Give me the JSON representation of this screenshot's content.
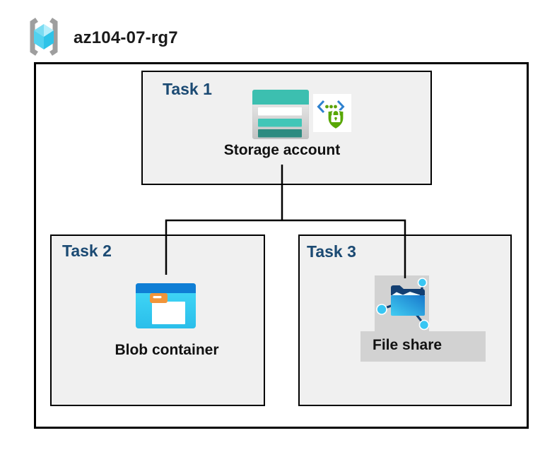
{
  "header": {
    "resource_group_name": "az104-07-rg7"
  },
  "tasks": [
    {
      "label": "Task 1",
      "resource": "Storage account",
      "icons": [
        "storage-account-icon",
        "code-shield-lock-icon"
      ]
    },
    {
      "label": "Task 2",
      "resource": "Blob container",
      "icons": [
        "blob-container-icon"
      ]
    },
    {
      "label": "Task 3",
      "resource": "File share",
      "icons": [
        "file-share-icon"
      ],
      "highlighted": true
    }
  ],
  "connections": [
    {
      "from": "Storage account",
      "to": "Blob container"
    },
    {
      "from": "Storage account",
      "to": "File share"
    }
  ],
  "icons": {
    "resource_group": "resource-group-icon",
    "storage_account": "storage-account-icon",
    "secure_access": "code-shield-lock-icon",
    "blob_container": "blob-container-icon",
    "file_share": "file-share-icon"
  },
  "palette": {
    "task_label_color": "#1b4a73",
    "box_fill": "#f0f0f0",
    "box_border": "#000000",
    "selection_gray": "#d2d2d2",
    "storage_teal": "#3cbfb0",
    "storage_teal_mid": "#41c6b7",
    "storage_teal_dark": "#2d8b80",
    "blob_header_blue": "#0f7ed5",
    "blob_body_cyan": "#38d2f4",
    "folder_tab_orange": "#f0953a",
    "file_share_cyan": "#41cdf2",
    "file_share_blue": "#1878cc",
    "file_share_navy": "#133f72",
    "node_cyan": "#38c6f3",
    "shield_green": "#58a704",
    "code_blue": "#2e81cf",
    "bracket_gray": "#9e9e9e",
    "cube_cyan": "#52d2f0"
  }
}
